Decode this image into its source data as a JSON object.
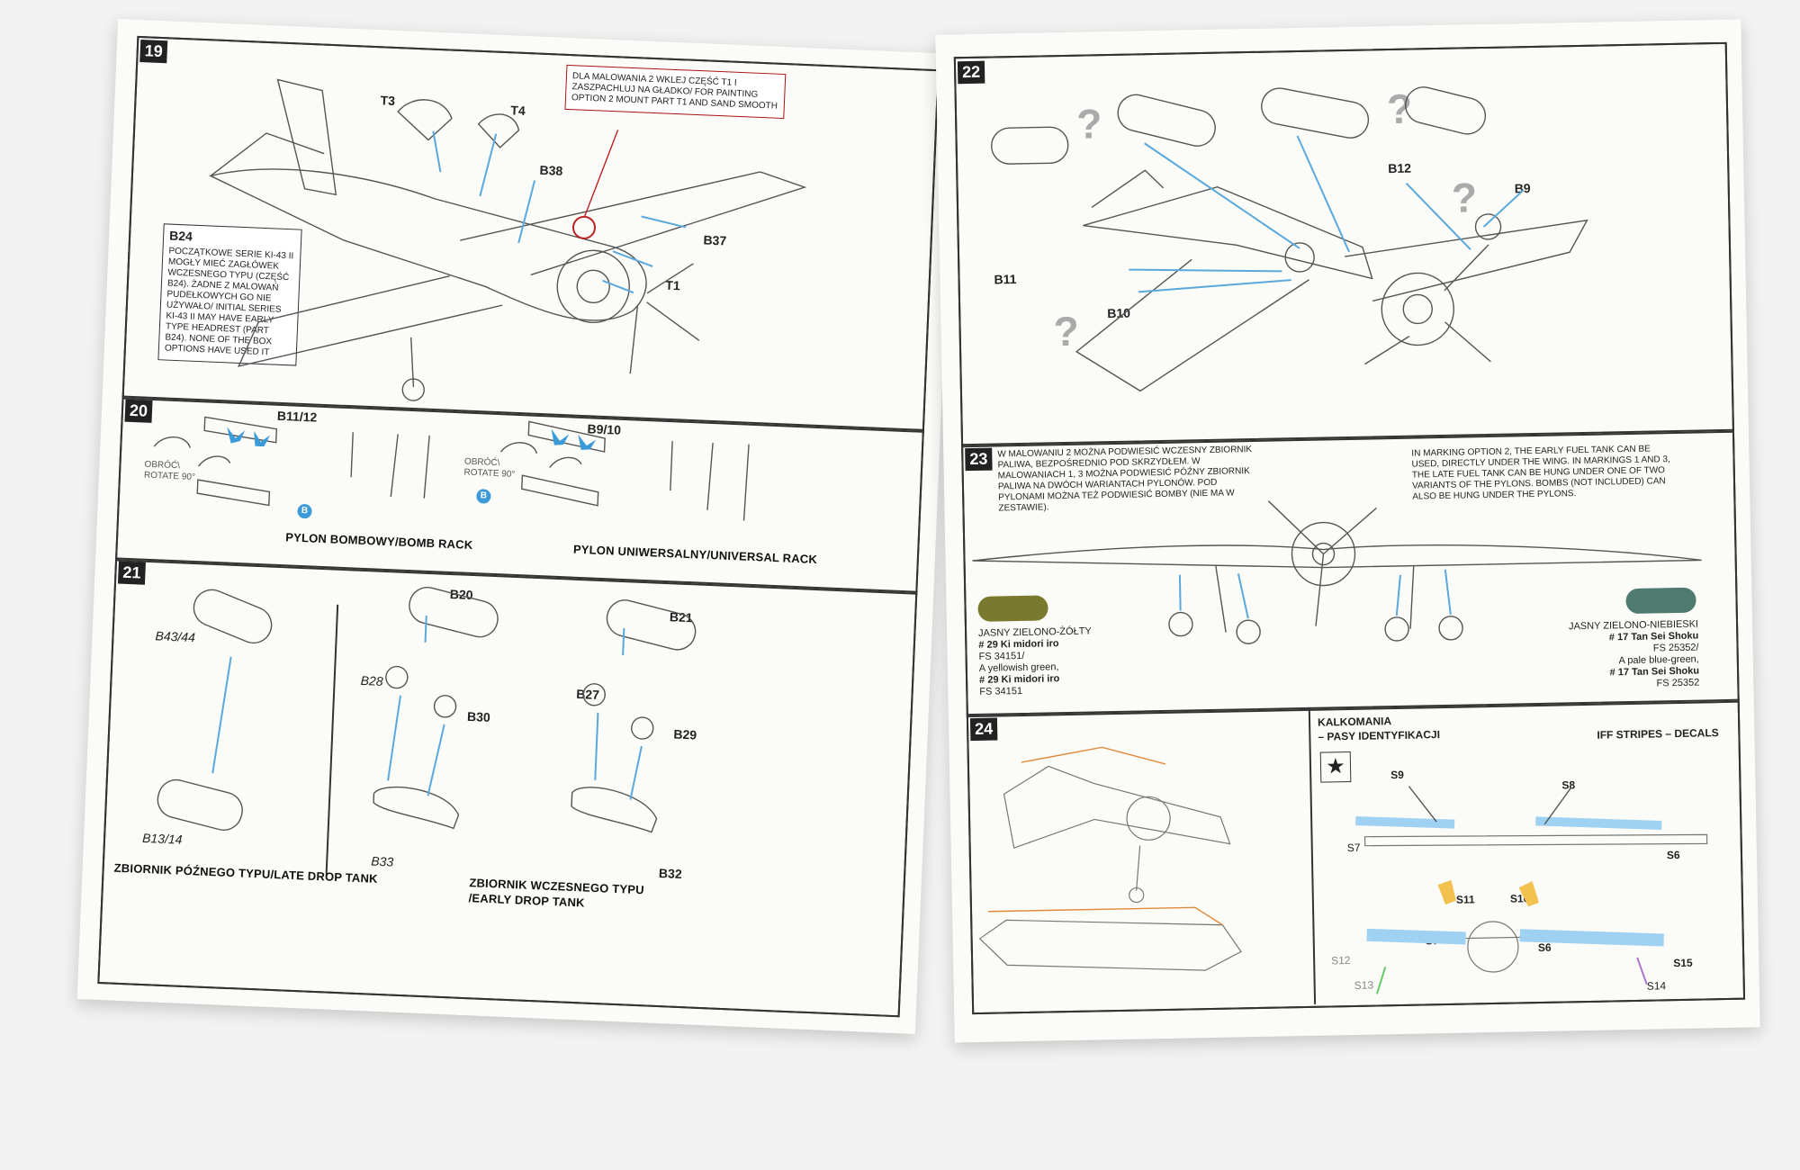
{
  "left_page": {
    "step19": {
      "number": "19",
      "parts": {
        "t3": "T3",
        "t4": "T4",
        "b38": "B38",
        "b37": "B37",
        "t1": "T1"
      },
      "red_note": "DLA MALOWANIA 2 WKLEJ CZĘŚĆ T1 I ZASZPACHLUJ NA GŁADKO/ FOR PAINTING OPTION 2 MOUNT PART T1 AND SAND SMOOTH",
      "box_part": "B24",
      "box_note": "POCZĄTKOWE SERIE KI-43 II MOGŁY MIEĆ ZAGŁÓWEK WCZESNEGO TYPU (CZĘŚĆ B24). ŻADNE Z MALOWAŃ PUDEŁKOWYCH GO NIE UŻYWAŁO/ INITIAL SERIES KI-43 II MAY HAVE EARLY TYPE HEADREST (PART B24). NONE OF THE BOX OPTIONS HAVE USED IT"
    },
    "step20": {
      "number": "20",
      "part_a": "B11/12",
      "part_b": "B9/10",
      "rotate_a": "OBRÓĆ\\ ROTATE 90°",
      "rotate_b": "OBRÓĆ\\ ROTATE 90°",
      "marker": "B",
      "caption_a": "PYLON BOMBOWY/BOMB RACK",
      "caption_b": "PYLON UNIWERSALNY/UNIVERSAL RACK"
    },
    "step21": {
      "number": "21",
      "parts": {
        "b43": "B43/44",
        "b13": "B13/14",
        "b20": "B20",
        "b21": "B21",
        "b28": "B28",
        "b30": "B30",
        "b27": "B27",
        "b29": "B29",
        "b33": "B33",
        "b32": "B32"
      },
      "caption_late": "ZBIORNIK PÓŹNEGO TYPU/LATE DROP TANK",
      "caption_early_1": "ZBIORNIK WCZESNEGO TYPU",
      "caption_early_2": "/EARLY DROP TANK"
    }
  },
  "right_page": {
    "step22": {
      "number": "22",
      "parts": {
        "b12": "B12",
        "b9": "B9",
        "b11": "B11",
        "b10": "B10"
      },
      "qmark": "?"
    },
    "step23": {
      "number": "23",
      "note_pl": "W MALOWANIU 2 MOŻNA PODWIESIĆ WCZESNY ZBIORNIK PALIWA, BEZPOŚREDNIO POD SKRZYDŁEM. W MALOWANIACH 1, 3 MOŻNA PODWIESIĆ PÓŹNY ZBIORNIK PALIWA NA DWÓCH WARIANTACH PYLONÓW. POD PYLONAMI MOŻNA TEŻ PODWIESIĆ BOMBY (NIE MA W ZESTAWIE).",
      "note_en": "IN MARKING OPTION 2, THE EARLY FUEL TANK CAN BE USED, DIRECTLY UNDER THE WING. IN MARKINGS 1 AND 3, THE LATE FUEL TANK CAN BE HUNG UNDER ONE OF TWO VARIANTS OF THE PYLONS. BOMBS (NOT INCLUDED) CAN ALSO BE HUNG UNDER THE PYLONS.",
      "color_left": {
        "lines": [
          "JASNY ZIELONO-ŻÓŁTY",
          "# 29 Ki midori iro",
          "FS 34151/",
          "A yellowish green,",
          "# 29 Ki midori iro",
          "FS 34151"
        ],
        "hex": "#7a7a2e"
      },
      "color_right": {
        "lines": [
          "JASNY ZIELONO-NIEBIESKI",
          "# 17 Tan Sei Shoku",
          "FS 25352/",
          "A pale blue-green,",
          "# 17 Tan Sei Shoku",
          "FS 25352"
        ],
        "hex": "#4f7a70"
      }
    },
    "step24": {
      "number": "24",
      "decal_title_1": "KALKOMANIA",
      "decal_title_2": "– PASY IDENTYFIKACJI",
      "decal_title_en": "IFF STRIPES – DECALS",
      "star": "★",
      "stripes": {
        "s9": "S9",
        "s8": "S8",
        "s7a": "S7",
        "s6a": "S6",
        "s11": "S11",
        "s10": "S10",
        "s7b": "S7",
        "s6b": "S6",
        "s12": "S12",
        "s13": "S13",
        "s15": "S15",
        "s14": "S14"
      }
    }
  },
  "colors": {
    "arrow": "#5aa8dc",
    "stripe_blue": "#9fd1f2",
    "stripe_yellow": "#f2c14e",
    "red_box": "#a11"
  }
}
